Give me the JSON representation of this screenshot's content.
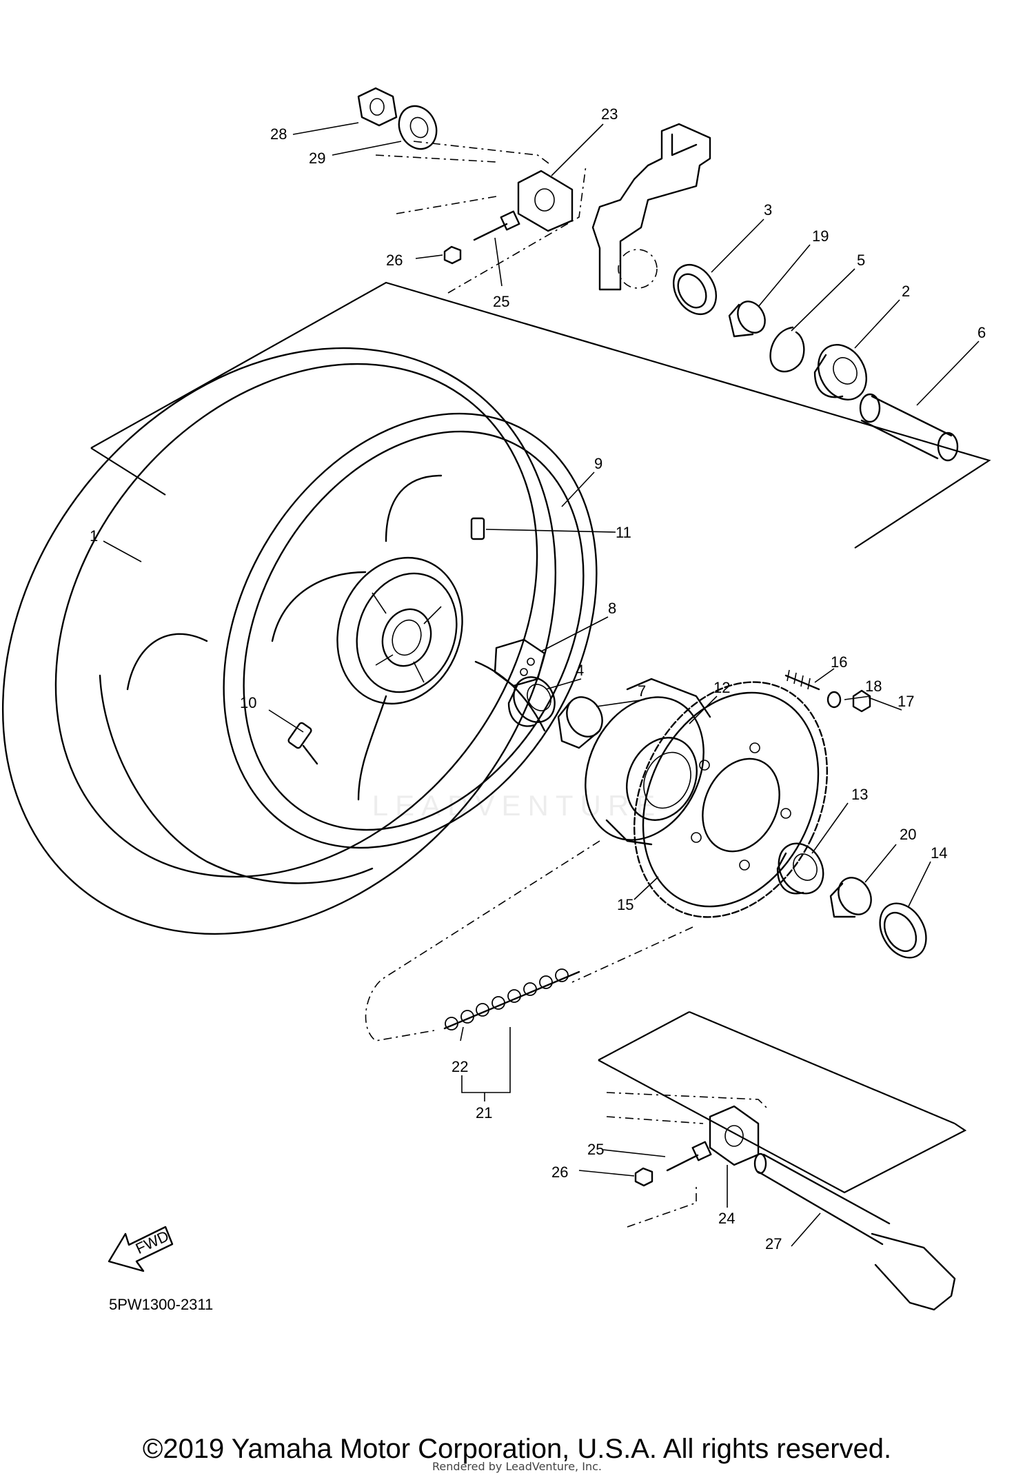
{
  "diagram": {
    "code": "5PW1300-2311",
    "fwd_label": "FWD",
    "copyright": "©2019 Yamaha Motor Corporation, U.S.A. All rights reserved.",
    "render_credit": "Rendered by LeadVenture, Inc.",
    "watermark": "LEADVENTURE"
  },
  "callouts": [
    {
      "id": "1"
    },
    {
      "id": "2"
    },
    {
      "id": "3"
    },
    {
      "id": "4"
    },
    {
      "id": "5"
    },
    {
      "id": "6"
    },
    {
      "id": "7"
    },
    {
      "id": "8"
    },
    {
      "id": "9"
    },
    {
      "id": "10"
    },
    {
      "id": "11"
    },
    {
      "id": "12"
    },
    {
      "id": "13"
    },
    {
      "id": "14"
    },
    {
      "id": "15"
    },
    {
      "id": "16"
    },
    {
      "id": "17"
    },
    {
      "id": "18"
    },
    {
      "id": "19"
    },
    {
      "id": "20"
    },
    {
      "id": "21"
    },
    {
      "id": "22"
    },
    {
      "id": "23"
    },
    {
      "id": "24"
    },
    {
      "id": "25a",
      "label": "25"
    },
    {
      "id": "25b",
      "label": "25"
    },
    {
      "id": "26a",
      "label": "26"
    },
    {
      "id": "26b",
      "label": "26"
    },
    {
      "id": "27"
    },
    {
      "id": "28"
    },
    {
      "id": "29"
    }
  ]
}
